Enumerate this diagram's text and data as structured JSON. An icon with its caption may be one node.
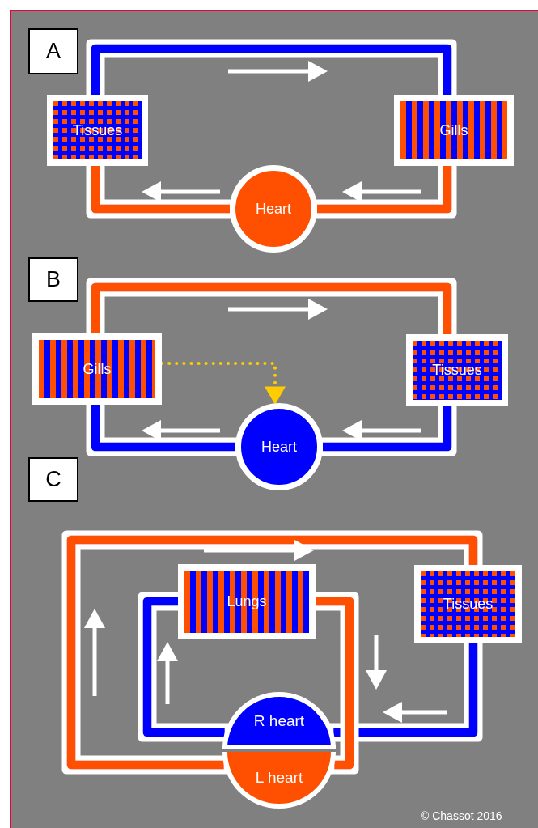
{
  "diagram": {
    "nodes": [
      {
        "text": [
          "A"
        ]
      },
      {
        "text": [
          "Tissues"
        ]
      },
      {
        "text": [
          "Gills"
        ]
      },
      {
        "text": [
          "Heart"
        ]
      },
      {
        "text": [
          "B"
        ]
      },
      {
        "text": [
          "Gills"
        ]
      },
      {
        "text": [
          "Tissues"
        ]
      },
      {
        "text": [
          "Heart"
        ]
      },
      {
        "text": [
          "C"
        ]
      },
      {
        "text": [
          "Lungs"
        ]
      },
      {
        "text": [
          "Tissues"
        ]
      },
      {
        "text": [
          "R heart"
        ]
      },
      {
        "text": [
          "L heart"
        ]
      }
    ],
    "edges": [
      {
        "from": 1,
        "to": 2,
        "arrow": "none",
        "color": "#0000ff"
      },
      {
        "from": 2,
        "to": 3,
        "arrow": "none",
        "color": "#ff4f00"
      },
      {
        "from": 3,
        "to": 1,
        "arrow": "none",
        "color": "#ff4f00"
      },
      {
        "from": 5,
        "to": 6,
        "arrow": "none",
        "color": "#ff4f00"
      },
      {
        "from": 6,
        "to": 7,
        "arrow": "none",
        "color": "#0000ff"
      },
      {
        "from": 7,
        "to": 5,
        "arrow": "none",
        "color": "#0000ff"
      },
      {
        "from": 5,
        "to": 7,
        "arrow": "to",
        "style": "dashed",
        "color": "#ffcc00"
      },
      {
        "from": 11,
        "to": 9,
        "arrow": "none",
        "color": "#0000ff"
      },
      {
        "from": 10,
        "to": 11,
        "arrow": "none",
        "color": "#0000ff"
      },
      {
        "from": 9,
        "to": 12,
        "arrow": "none",
        "color": "#ff4f00"
      },
      {
        "from": 12,
        "to": 10,
        "arrow": "none",
        "color": "#ff4f00"
      }
    ],
    "labels": [
      "© Chassot 2016"
    ]
  }
}
